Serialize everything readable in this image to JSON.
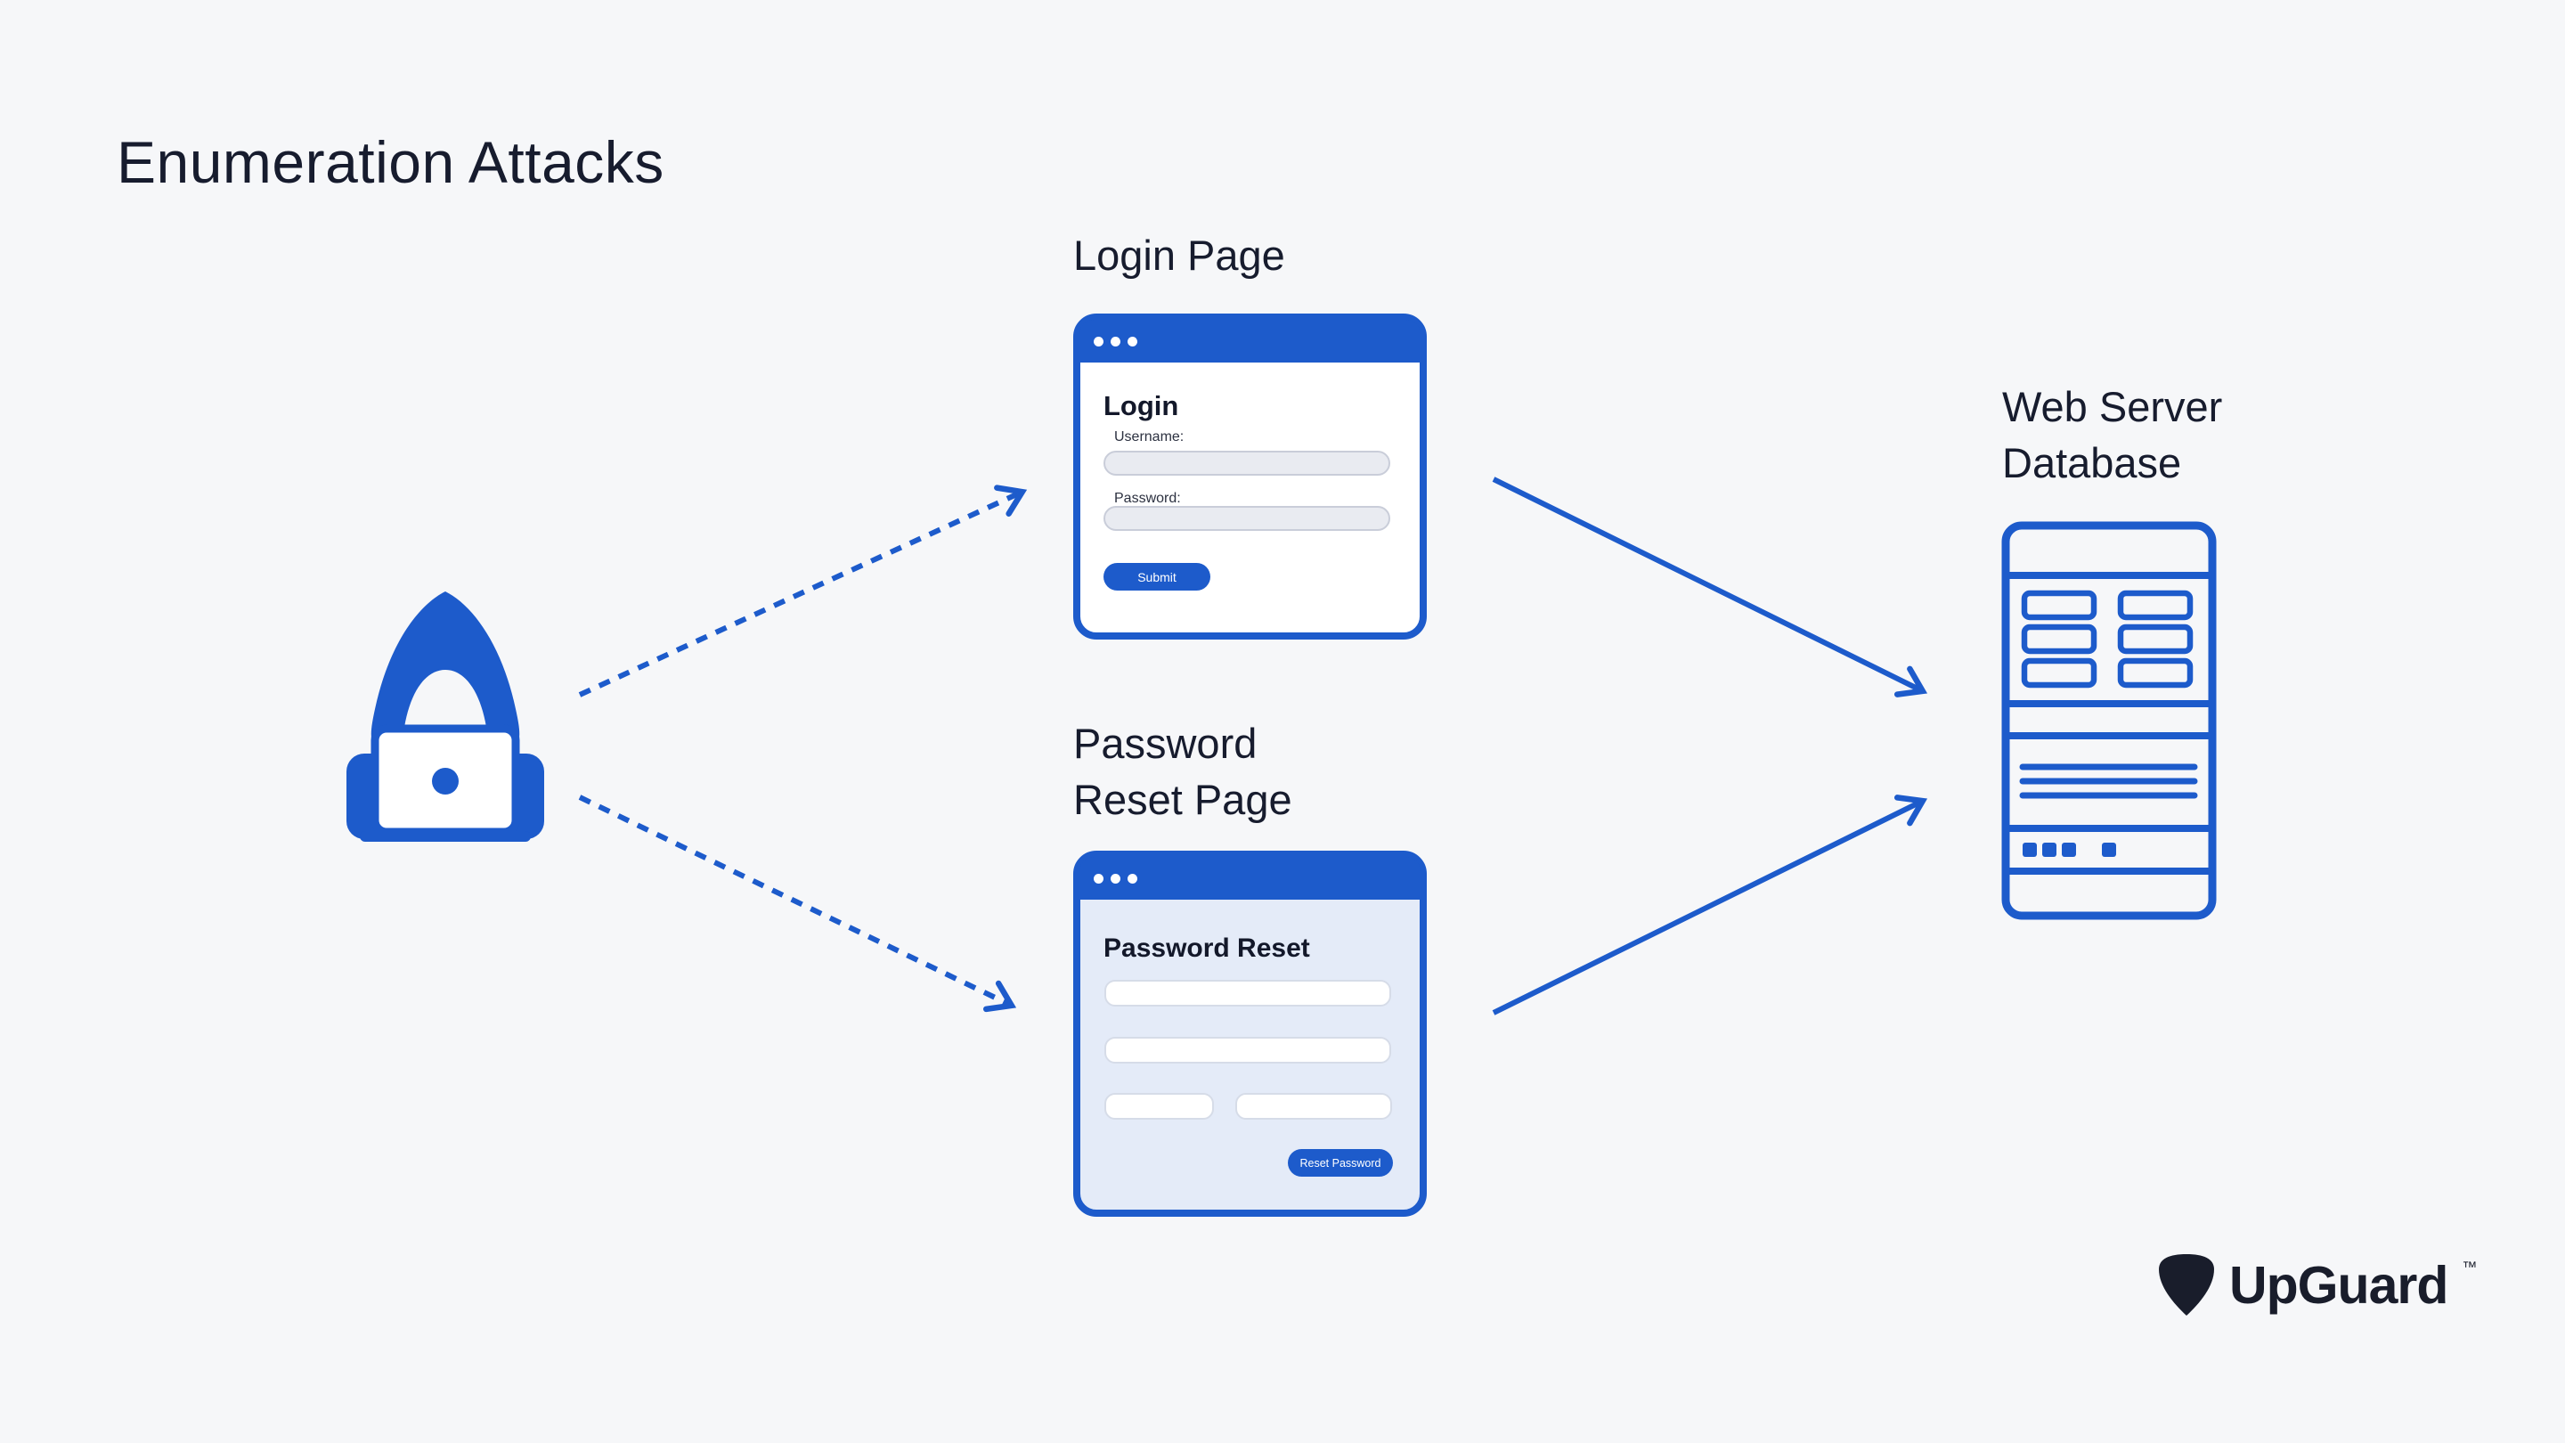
{
  "title": "Enumeration Attacks",
  "colors": {
    "background": "#f6f7f9",
    "accent_blue": "#1d5bcb",
    "dark_navy": "#171c2e",
    "login_window_body": "#ffffff",
    "reset_window_body": "#e4ebf8",
    "input_gray": "#e9ebf1"
  },
  "hacker": {
    "icon": "hooded-hacker-with-laptop-icon"
  },
  "login_page": {
    "label": "Login Page",
    "window": {
      "heading": "Login",
      "username_label": "Username:",
      "password_label": "Password:",
      "submit_label": "Submit"
    }
  },
  "reset_page": {
    "label": "Password\nReset Page",
    "window": {
      "heading": "Password Reset",
      "button_label": "Reset Password"
    }
  },
  "server": {
    "label": "Web Server\nDatabase",
    "icon": "server-rack-icon"
  },
  "logo": {
    "text": "UpGuard",
    "trademark": "™",
    "icon": "upguard-shield-icon"
  }
}
